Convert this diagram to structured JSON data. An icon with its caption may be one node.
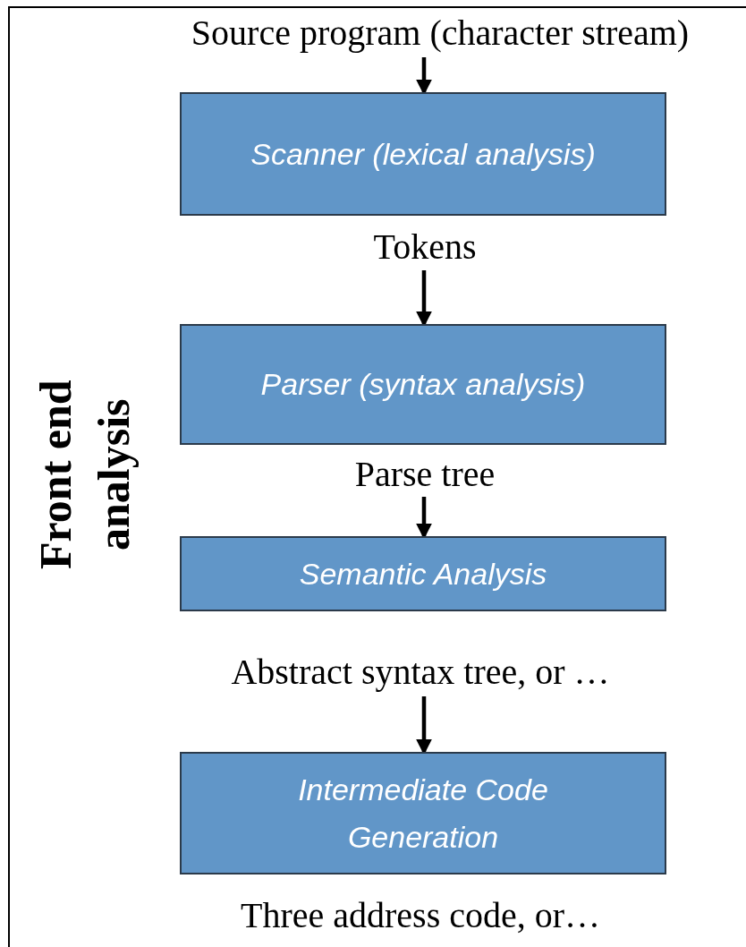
{
  "diagram": {
    "nodes": [
      {
        "text": [
          "Source program (character stream)"
        ]
      },
      {
        "text": [
          "Scanner (lexical analysis)"
        ]
      },
      {
        "text": [
          "Tokens"
        ]
      },
      {
        "text": [
          "Parser (syntax analysis)"
        ]
      },
      {
        "text": [
          "Parse tree"
        ]
      },
      {
        "text": [
          "Semantic Analysis"
        ]
      },
      {
        "text": [
          "Abstract syntax tree, or …"
        ]
      },
      {
        "text": [
          "Intermediate Code Generation"
        ]
      },
      {
        "text": [
          "Three address code, or…"
        ]
      }
    ],
    "edges": [
      {
        "from": 0,
        "to": 1,
        "arrow": "to"
      },
      {
        "from": 2,
        "to": 3,
        "arrow": "to"
      },
      {
        "from": 4,
        "to": 5,
        "arrow": "to"
      },
      {
        "from": 6,
        "to": 7,
        "arrow": "to"
      }
    ],
    "labels": [
      "Front end analysis"
    ]
  }
}
